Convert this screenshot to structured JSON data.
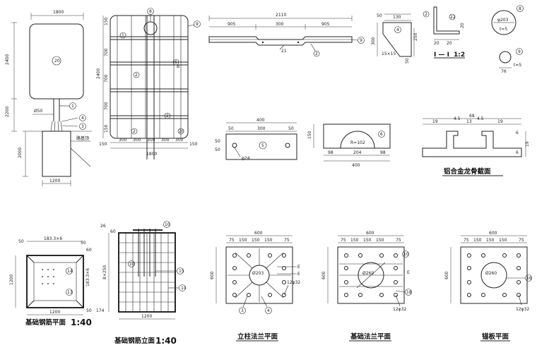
{
  "sign_elevation": {
    "width": "1800",
    "height": "2400",
    "mid": "2200",
    "base": "2000",
    "foot": "1200",
    "pole": "Ø50",
    "balloon_panel": "20",
    "callouts": [
      "1",
      "4",
      "3"
    ],
    "ground_label": "路基顶"
  },
  "frame": {
    "top_balloon": "8",
    "callouts": [
      "9",
      "1",
      "2",
      "2",
      "6",
      "2",
      "20"
    ],
    "height": "2400",
    "segments_v": [
      "150",
      "700",
      "700",
      "700",
      "150"
    ],
    "segments_h": [
      "150",
      "300",
      "300",
      "300",
      "300",
      "300",
      "150"
    ],
    "width": "1800",
    "marker_b": "B"
  },
  "beam": {
    "length": "2110",
    "segments": [
      "905",
      "300",
      "905"
    ],
    "callouts": [
      "21",
      "2",
      "9"
    ]
  },
  "bracket": {
    "dims": [
      "50",
      "130",
      "300",
      "250",
      "50"
    ],
    "section": "15×15",
    "callout": "4"
  },
  "angle_section": {
    "dims": [
      "20",
      "20",
      "20"
    ],
    "label": "I — I",
    "scale": "1:2",
    "callouts": [
      "2",
      "22"
    ]
  },
  "disc": {
    "callout": "8",
    "dia": "φ203",
    "thk": "t=5"
  },
  "small_disc": {
    "callout": "9",
    "dim": "76",
    "thk": "t=5"
  },
  "plate5": {
    "total": "400",
    "dims": [
      "50",
      "300",
      "50"
    ],
    "side": [
      "50",
      "50"
    ],
    "hole": "φ24",
    "callout": "5"
  },
  "plate6": {
    "height": "150",
    "radius": "R=102",
    "dims": [
      "98",
      "204",
      "98"
    ],
    "total": "400",
    "callout": "6"
  },
  "profile": {
    "total": "68",
    "dims": [
      "19",
      "4.5",
      "13",
      "4.5",
      "19"
    ],
    "side": [
      "6",
      "19",
      "6"
    ],
    "title": "铝合金龙骨截面"
  },
  "found_plan": {
    "spacing": "183.3×6",
    "dims": [
      "50",
      "50",
      "60",
      "50"
    ],
    "height": "1200",
    "width": "1200",
    "side_dim": "183.3×6",
    "callouts": [
      "14",
      "13"
    ],
    "title": "基础钢筋平面",
    "scale": "1:40"
  },
  "found_elev": {
    "dims": [
      "26",
      "60"
    ],
    "height": "8×250",
    "width": "1200",
    "bottom_dim": "174",
    "callouts": [
      "10",
      "10",
      "15",
      "14"
    ],
    "title": "基础钢筋立面",
    "scale": "1:40"
  },
  "flange1": {
    "total": "600",
    "dims": [
      "75",
      "150",
      "150",
      "150",
      "75"
    ],
    "side": "600",
    "dia": "Ø203",
    "bolts": "12φ32",
    "callouts": [
      "E",
      "E",
      "3",
      "4"
    ],
    "title": "立柱法兰平面"
  },
  "flange2": {
    "total": "600",
    "dims": [
      "75",
      "150",
      "150",
      "150",
      "75"
    ],
    "side": "600",
    "dia": "Ø260",
    "bolts": "12φ32",
    "callouts": [
      "10",
      "E",
      "18"
    ],
    "title": "基础法兰平面"
  },
  "flange3": {
    "total": "600",
    "dims": [
      "75",
      "150",
      "150",
      "150",
      "75"
    ],
    "side": "600",
    "dia": "Ø260",
    "bolts": "12φ32",
    "callouts": [
      "16"
    ],
    "title": "锚板平面"
  }
}
